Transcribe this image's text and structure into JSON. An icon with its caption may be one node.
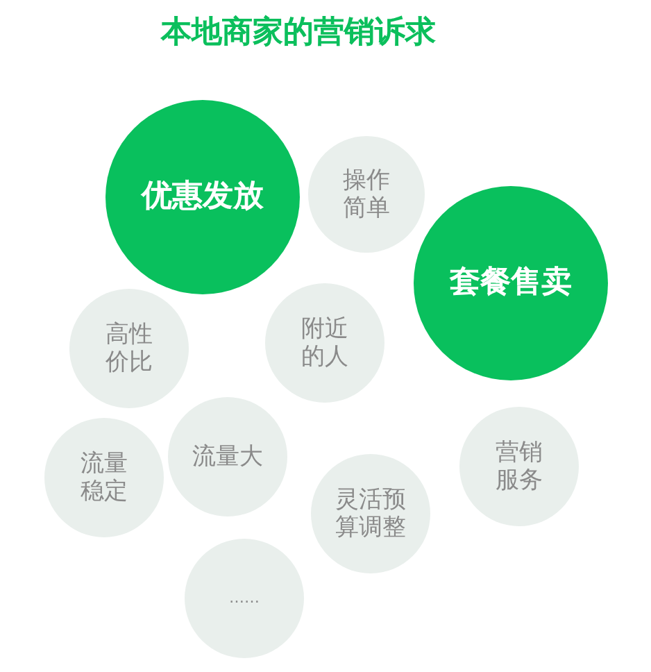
{
  "diagram": {
    "title": "本地商家的营销诉求",
    "nodes": [
      {
        "text": [
          "优惠发放"
        ]
      },
      {
        "text": [
          "操作简单"
        ]
      },
      {
        "text": [
          "套餐售卖"
        ]
      },
      {
        "text": [
          "高性价比"
        ]
      },
      {
        "text": [
          "附近的人"
        ]
      },
      {
        "text": [
          "流量大"
        ]
      },
      {
        "text": [
          "营销服务"
        ]
      },
      {
        "text": [
          "流量稳定"
        ]
      },
      {
        "text": [
          "灵活预算调整"
        ]
      },
      {
        "text": [
          "……"
        ]
      }
    ]
  }
}
